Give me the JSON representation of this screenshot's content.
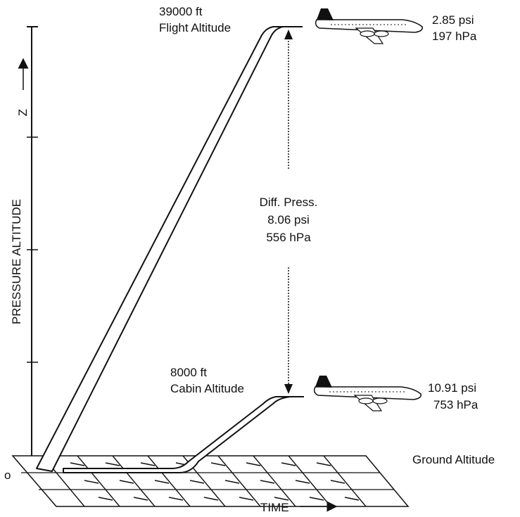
{
  "axes": {
    "y_label": "PRESSURE ALTITUDE",
    "z_label": "Z",
    "x_label": "TIME",
    "origin_label": "o"
  },
  "flight": {
    "altitude_line1": "39000 ft",
    "altitude_line2": "Flight Altitude",
    "pressure_psi": "2.85 psi",
    "pressure_hpa": "197 hPa"
  },
  "cabin": {
    "altitude_line1": "8000 ft",
    "altitude_line2": "Cabin Altitude",
    "pressure_psi": "10.91 psi",
    "pressure_hpa": "753 hPa"
  },
  "differential": {
    "line1": "Diff. Press.",
    "line2": "8.06 psi",
    "line3": "556 hPa"
  },
  "ground": {
    "label": "Ground Altitude"
  }
}
